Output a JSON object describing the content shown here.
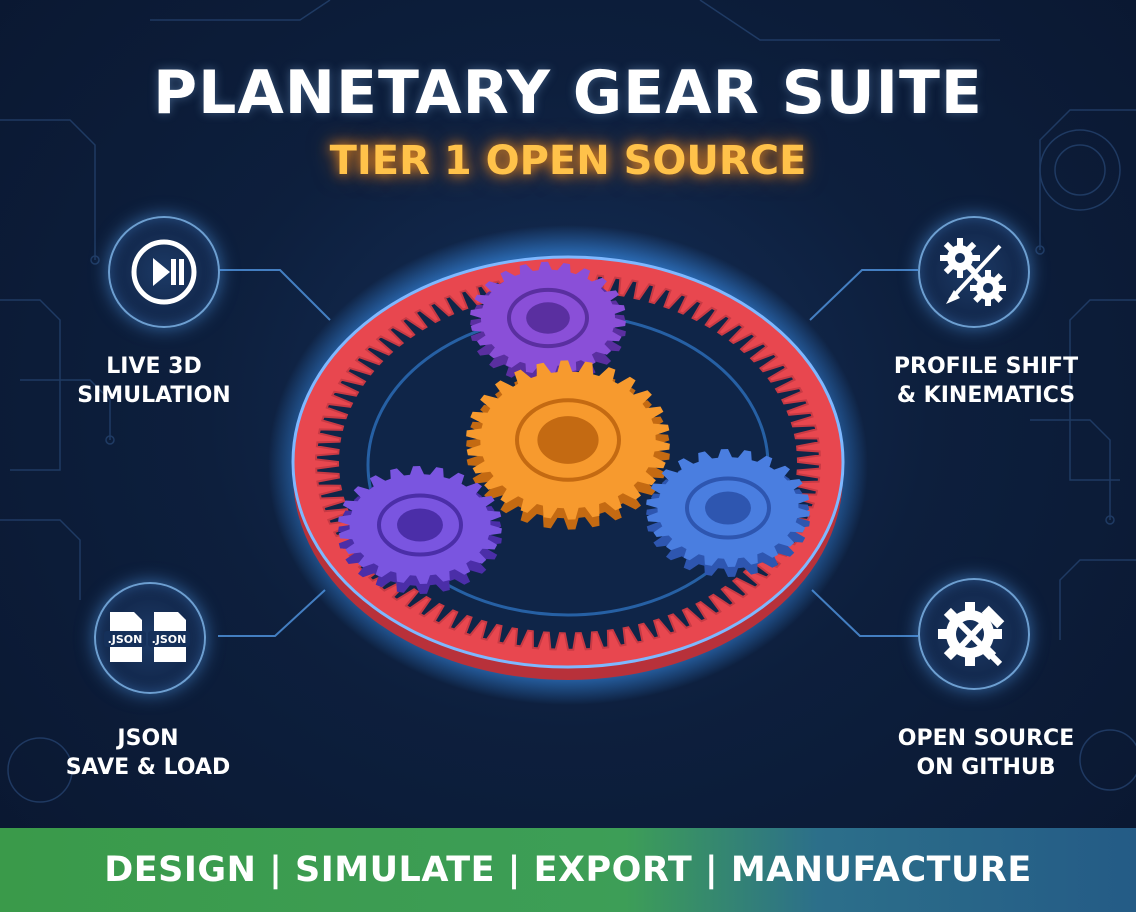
{
  "title": "PLANETARY GEAR SUITE",
  "subtitle": "TIER 1 OPEN SOURCE",
  "features": [
    {
      "icon": "play-pause-icon",
      "line1": "LIVE 3D",
      "line2": "SIMULATION"
    },
    {
      "icon": "gears-wrench-icon",
      "line1": "PROFILE SHIFT",
      "line2": "& KINEMATICS"
    },
    {
      "icon": "json-files-icon",
      "line1": "JSON",
      "line2": "SAVE & LOAD",
      "file_label": ".JSON"
    },
    {
      "icon": "gear-tools-icon",
      "line1": "OPEN SOURCE",
      "line2": "ON GITHUB"
    }
  ],
  "footer": {
    "tagline": "DESIGN | SIMULATE | EXPORT | MANUFACTURE"
  },
  "colors": {
    "background": "#0d1f3d",
    "accent_orange": "#ffc24a",
    "ring_gear": "#e8474f",
    "sun_gear": "#f79a2e",
    "planet_purple": "#8a4fd8",
    "planet_blue": "#4a7ee0",
    "footer_green": "#3a9a4a",
    "footer_blue": "#245b86"
  }
}
